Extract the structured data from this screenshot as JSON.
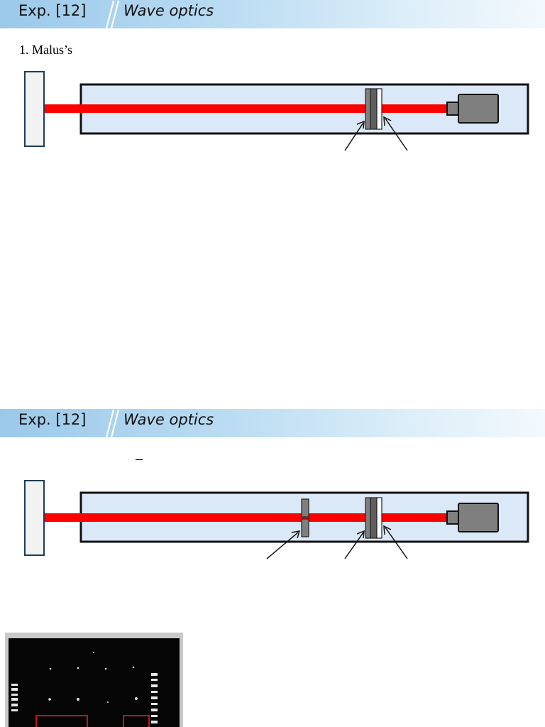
{
  "headers": [
    {
      "exp_label": "Exp. [12]",
      "topic": "Wave optics"
    },
    {
      "exp_label": "Exp. [12]",
      "topic": "Wave optics"
    }
  ],
  "section1": {
    "title": "1. Malus’s"
  },
  "colors": {
    "laser_beam": "#ff0000",
    "rail_fill": "#dbe8f7",
    "rail_border": "#111111",
    "screen_fill": "#f2f2f2",
    "screen_border": "#1f3c5a",
    "component_fill": "#7f7f7f",
    "photo_background": "#050505",
    "photo_markers": "#ff1a1a"
  },
  "icons": {
    "light_source": "laser-source-icon",
    "polarizer": "polarizer-icon",
    "slit": "slit-icon",
    "screen": "screen-icon"
  }
}
